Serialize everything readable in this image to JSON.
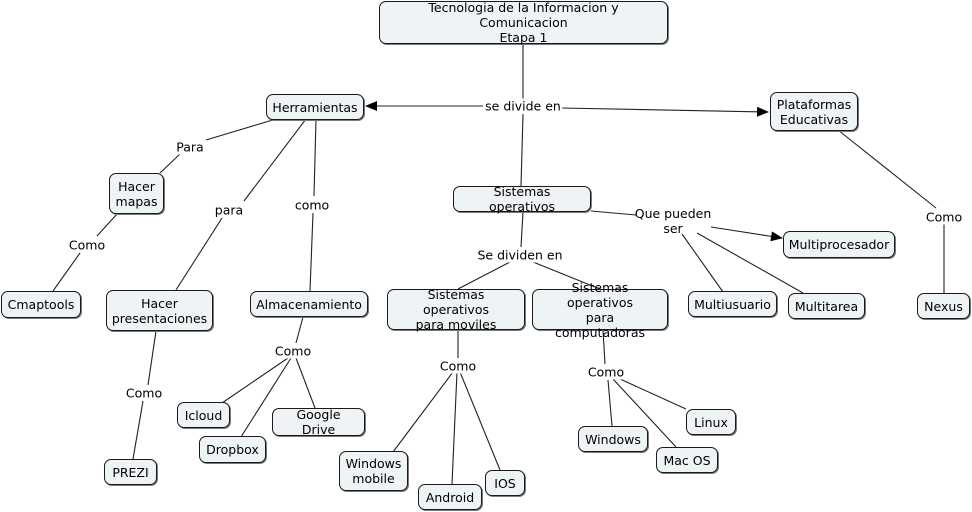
{
  "nodes": {
    "root": "Tecnologia de la Informacion y Comunicacion\nEtapa 1",
    "herramientas": "Herramientas",
    "plataformas": "Plataformas\nEducativas",
    "sistemas": "Sistemas operativos",
    "hacer_mapas": "Hacer\nmapas",
    "cmaptools": "Cmaptools",
    "hacer_presentaciones": "Hacer\npresentaciones",
    "prezi": "PREZI",
    "almacenamiento": "Almacenamiento",
    "icloud": "Icloud",
    "dropbox": "Dropbox",
    "google_drive": "Google Drive",
    "so_moviles": "Sistemas operativos\npara moviles",
    "so_computadoras": "Sistemas operativos\npara computadoras",
    "windows_mobile": "Windows\nmobile",
    "android": "Android",
    "ios": "IOS",
    "windows": "Windows",
    "mac_os": "Mac OS",
    "linux": "Linux",
    "multiprocesador": "Multiprocesador",
    "multiusuario": "Multiusuario",
    "multitarea": "Multitarea",
    "nexus": "Nexus"
  },
  "links": {
    "se_divide_en": "se divide en",
    "para_mapas": "Para",
    "para_presentaciones": "para",
    "como_almacenamiento": "como",
    "como_cmaptools": "Como",
    "como_prezi": "Como",
    "como_storage": "Como",
    "se_dividen_en": "Se dividen en",
    "que_pueden_ser": "Que pueden\nser",
    "como_moviles": "Como",
    "como_computadoras": "Como",
    "como_nexus": "Como"
  }
}
